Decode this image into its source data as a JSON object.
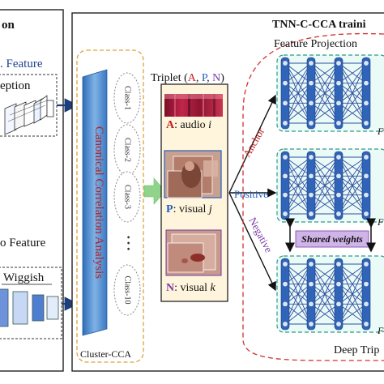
{
  "left_panel": {
    "title_fragment": "on",
    "visual_feature_fragment": ". Feature",
    "visual_model_fragment": "eption",
    "audio_feature_fragment": "o Feature",
    "audio_model_fragment": "Wiggish"
  },
  "training_panel": {
    "title": "TNN-C-CCA traini",
    "cca_box_title": "Canonical Correlation Analysis",
    "cluster_label": "Cluster-CCA",
    "classes": [
      "Class-1",
      "Class-2",
      "Class-3",
      "• • •",
      "Class-10"
    ],
    "triplet": {
      "title_prefix": "Triplet (",
      "title_a": "A",
      "title_sep1": ", ",
      "title_p": "P",
      "title_sep2": ", ",
      "title_n": "N",
      "title_suffix": ")",
      "anchor_key": "A",
      "anchor_text": ": audio ",
      "anchor_var": "i",
      "positive_key": "P",
      "positive_text": ": visual ",
      "positive_var": "j",
      "negative_key": "N",
      "negative_text": ": visual ",
      "negative_var": "k"
    },
    "branch_labels": {
      "anchor": "Anchor",
      "positive": "Positive",
      "negative": "Negative"
    },
    "feature_projection": "Feature Projection",
    "shared_weights": "Shared weights",
    "deep_triplet_fragment": "Deep Trip",
    "right_edge_marks": [
      "F",
      "F",
      "F"
    ]
  },
  "colors": {
    "anchor_red": "#c0211f",
    "positive_blue": "#1f5fbf",
    "negative_purple": "#7a3aa5",
    "shared_weights_bg": "#cfb4e8",
    "cca_bar": "#5e97d6",
    "arrow_green": "#8fd48a",
    "net_green_border": "#2e9b88",
    "net_node_blue": "#2f64b8"
  }
}
